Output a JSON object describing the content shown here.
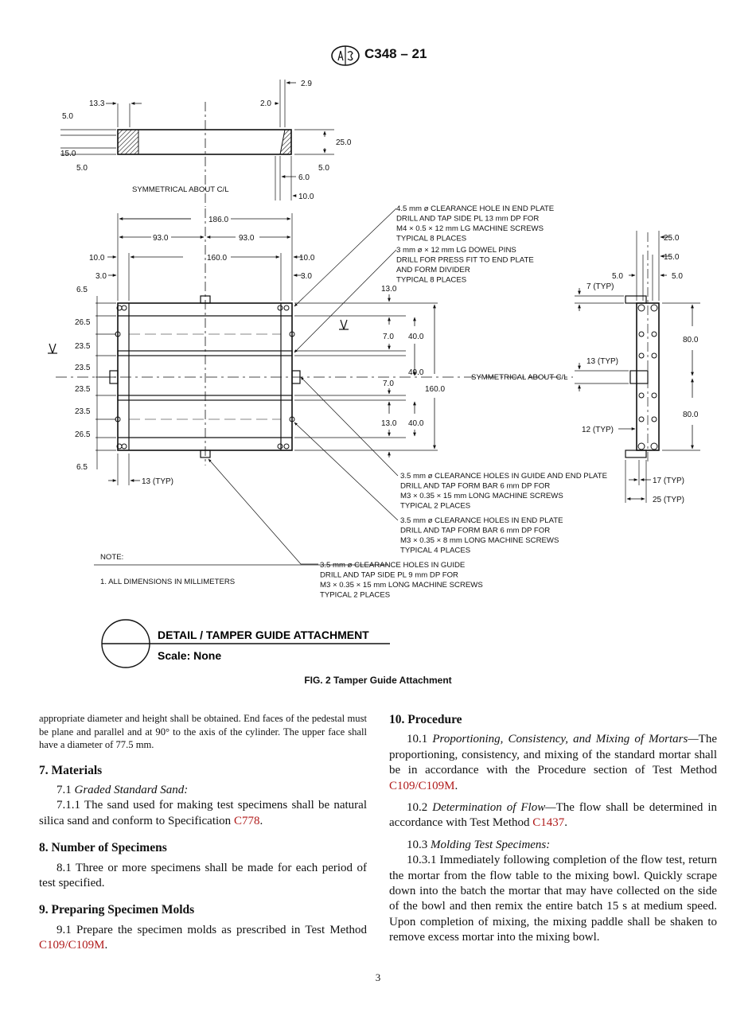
{
  "header": {
    "code": "C348 – 21"
  },
  "drawing": {
    "top_view": {
      "dims": [
        "13.3",
        "2.9",
        "2.0",
        "5.0",
        "15.0",
        "5.0",
        "25.0",
        "5.0",
        "6.0",
        "10.0"
      ],
      "sym_note": "SYMMETRICAL ABOUT C/L"
    },
    "front_view": {
      "top_dims": [
        "186.0",
        "93.0",
        "93.0",
        "10.0",
        "160.0",
        "10.0",
        "3.0",
        "3.0"
      ],
      "left_dims": [
        "6.5",
        "26.5",
        "23.5",
        "23.5",
        "23.5",
        "23.5",
        "26.5",
        "6.5"
      ],
      "right_dims": [
        "13.0",
        "7.0",
        "40.0",
        "40.0",
        "7.0",
        "160.0",
        "13.0",
        "40.0"
      ],
      "bottom_dim": "13 (TYP)",
      "sym_note": "SYMMETRICAL ABOUT C/L"
    },
    "side_view": {
      "dims": [
        "25.0",
        "15.0",
        "5.0",
        "5.0",
        "7 (TYP)",
        "80.0",
        "13 (TYP)",
        "80.0",
        "12 (TYP)",
        "17 (TYP)",
        "25 (TYP)"
      ]
    },
    "callouts": [
      [
        "4.5 mm ø CLEARANCE HOLE IN END PLATE",
        "DRILL AND TAP SIDE PL 13 mm DP FOR",
        "M4 × 0.5 × 12 mm LG MACHINE SCREWS",
        "TYPICAL 8 PLACES"
      ],
      [
        "3 mm ø × 12 mm LG DOWEL PINS",
        "DRILL FOR PRESS FIT TO END PLATE",
        "AND FORM DIVIDER",
        "TYPICAL 8 PLACES"
      ],
      [
        "3.5 mm ø CLEARANCE HOLES IN GUIDE AND END PLATE",
        "DRILL AND TAP FORM BAR 6 mm DP FOR",
        "M3 × 0.35 × 15 mm LONG MACHINE SCREWS",
        "TYPICAL 2 PLACES"
      ],
      [
        "3.5 mm ø CLEARANCE HOLES IN END PLATE",
        "DRILL AND TAP FORM BAR 6 mm DP FOR",
        "M3 × 0.35 × 8 mm LONG MACHINE SCREWS",
        "TYPICAL 4 PLACES"
      ],
      [
        "3.5 mm ø CLEARANCE HOLES IN GUIDE",
        "DRILL AND TAP SIDE PL 9 mm DP FOR",
        "M3 × 0.35 × 15 mm LONG MACHINE SCREWS",
        "TYPICAL 2 PLACES"
      ]
    ],
    "note_title": "NOTE:",
    "note_text": "1.  ALL DIMENSIONS IN MILLIMETERS",
    "detail_title": "DETAIL / TAMPER GUIDE ATTACHMENT",
    "detail_scale": "Scale:   None"
  },
  "figure_caption": "FIG. 2 Tamper Guide Attachment",
  "left": {
    "intro": "appropriate diameter and height shall be obtained. End faces of the pedestal must be plane and parallel and at 90° to the axis of the cylinder. The upper face shall have a diameter of 77.5 mm.",
    "s7_heading": "7. Materials",
    "s7_1_num": "7.1",
    "s7_1_title": "Graded Standard Sand:",
    "s7_1_1_text": "7.1.1 The sand used for making test specimens shall be natural silica sand and conform to Specification",
    "s7_1_1_link": "C778",
    "s8_heading": "8. Number of Specimens",
    "s8_1_text": "8.1 Three or more specimens shall be made for each period of test specified.",
    "s9_heading": "9. Preparing Specimen Molds",
    "s9_1_text": "9.1 Prepare the specimen molds as prescribed in Test Method",
    "s9_1_link": "C109/C109M"
  },
  "right": {
    "s10_heading": "10. Procedure",
    "s10_1_num": "10.1",
    "s10_1_title": "Proportioning, Consistency, and Mixing of Mortars—",
    "s10_1_text": "The proportioning, consistency, and mixing of the standard mortar shall be in accordance with the Procedure section of Test Method",
    "s10_1_link": "C109/C109M",
    "s10_2_num": "10.2",
    "s10_2_title": "Determination of Flow—",
    "s10_2_text": "The flow shall be determined in accordance with Test Method",
    "s10_2_link": "C1437",
    "s10_3_num": "10.3",
    "s10_3_title": "Molding Test Specimens:",
    "s10_3_1_text": "10.3.1 Immediately following completion of the flow test, return the mortar from the flow table to the mixing bowl. Quickly scrape down into the batch the mortar that may have collected on the side of the bowl and then remix the entire batch 15 s at medium speed. Upon completion of mixing, the mixing paddle shall be shaken to remove excess mortar into the mixing bowl."
  },
  "page_number": "3"
}
